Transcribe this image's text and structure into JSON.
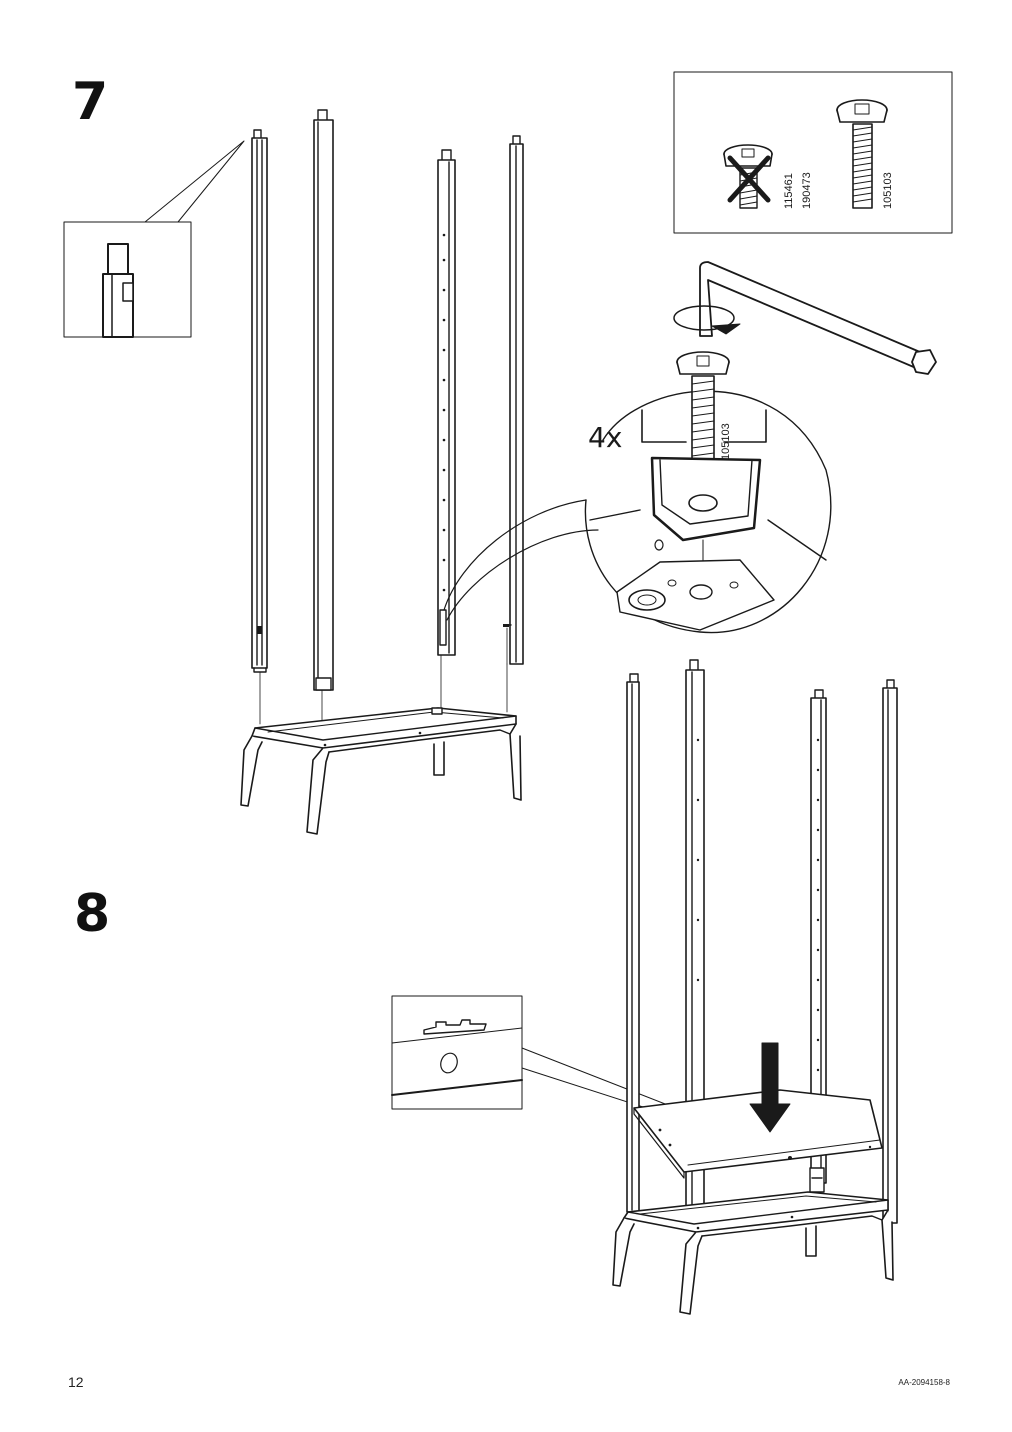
{
  "steps": {
    "step7": "7",
    "step8": "8"
  },
  "hardware_box": {
    "rejected_screw_codes": [
      "115461",
      "190473"
    ],
    "correct_screw_code": "105103"
  },
  "detail_zoom": {
    "quantity": "4x",
    "screw_code": "105103"
  },
  "footer": {
    "page_number": "12",
    "document_code": "AA-2094158-8"
  },
  "icons": [
    "allen-key-icon",
    "rotate-arrow-icon",
    "down-arrow-icon",
    "cross-out-icon"
  ]
}
